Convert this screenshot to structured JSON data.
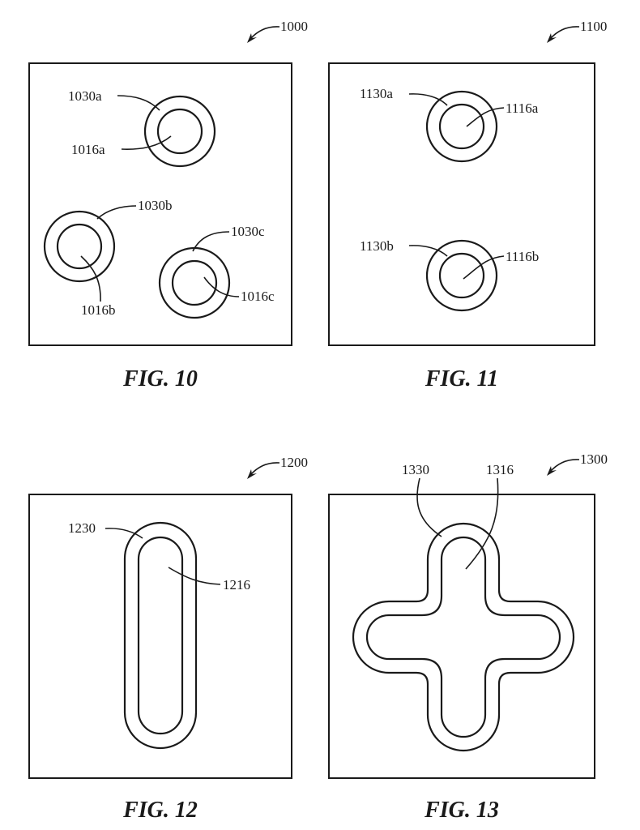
{
  "figures": {
    "fig10": {
      "caption": "FIG. 10",
      "ref": "1000",
      "labels": {
        "l1030a": "1030a",
        "l1016a": "1016a",
        "l1030b": "1030b",
        "l1016b": "1016b",
        "l1030c": "1030c",
        "l1016c": "1016c"
      }
    },
    "fig11": {
      "caption": "FIG. 11",
      "ref": "1100",
      "labels": {
        "l1130a": "1130a",
        "l1116a": "1116a",
        "l1130b": "1130b",
        "l1116b": "1116b"
      }
    },
    "fig12": {
      "caption": "FIG. 12",
      "ref": "1200",
      "labels": {
        "l1230": "1230",
        "l1216": "1216"
      }
    },
    "fig13": {
      "caption": "FIG. 13",
      "ref": "1300",
      "labels": {
        "l1330": "1330",
        "l1316": "1316"
      }
    }
  }
}
